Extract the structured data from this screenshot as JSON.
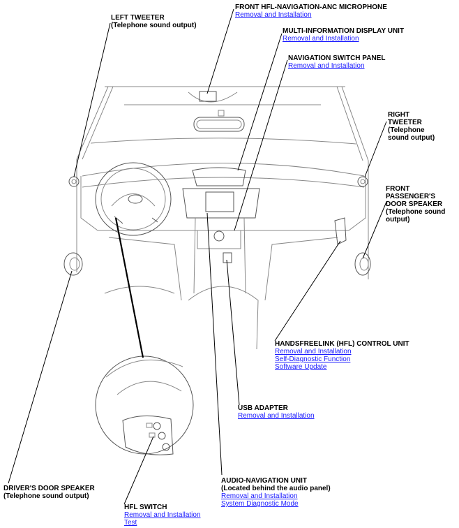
{
  "callouts": {
    "left_tweeter": {
      "title": "LEFT TWEETER",
      "sub": "(Telephone sound output)"
    },
    "front_mic": {
      "title": "FRONT HFL-NAVIGATION-ANC MICROPHONE",
      "links": [
        "Removal and Installation"
      ]
    },
    "mid_display": {
      "title": "MULTI-INFORMATION DISPLAY UNIT",
      "links": [
        "Removal and Installation"
      ]
    },
    "nav_switch": {
      "title": "NAVIGATION SWITCH PANEL",
      "links": [
        "Removal and Installation"
      ]
    },
    "right_tweeter": {
      "title_lines": [
        "RIGHT",
        "TWEETER",
        "(Telephone",
        "sound output)"
      ]
    },
    "front_passenger_speaker": {
      "title_lines": [
        "FRONT",
        "PASSENGER'S",
        "DOOR SPEAKER",
        "(Telephone sound",
        "output)"
      ]
    },
    "hfl_control_unit": {
      "title": "HANDSFREELINK (HFL) CONTROL UNIT",
      "links": [
        "Removal and Installation",
        "Self-Diagnostic Function",
        "Software Update"
      ]
    },
    "usb_adapter": {
      "title": "USB ADAPTER",
      "links": [
        "Removal and Installation"
      ]
    },
    "drivers_door_speaker": {
      "title": "DRIVER'S DOOR SPEAKER",
      "sub": "(Telephone sound output)"
    },
    "audio_nav_unit": {
      "title": "AUDIO-NAVIGATION UNIT",
      "sub": "(Located behind the audio panel)",
      "links": [
        "Removal and Installation",
        "System Diagnostic Mode"
      ]
    },
    "hfl_switch": {
      "title": "HFL SWITCH",
      "links": [
        "Removal and Installation",
        "Test"
      ]
    }
  },
  "colors": {
    "link": "#1a1aff",
    "line_art": "#888888",
    "leader": "#000000"
  }
}
